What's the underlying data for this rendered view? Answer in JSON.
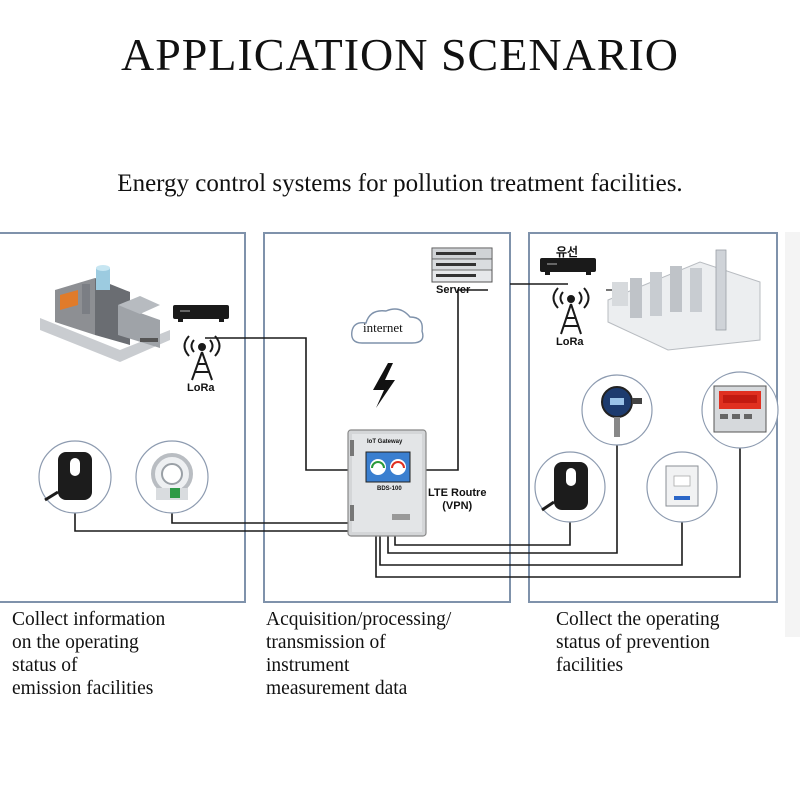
{
  "title": "APPLICATION SCENARIO",
  "subtitle": "Energy control systems for pollution treatment facilities.",
  "labels": {
    "lora_left": "LoRa",
    "lora_right": "LoRa",
    "server": "Server",
    "internet": "internet",
    "wired": "유선",
    "gateway_name": "IoT Gateway",
    "gateway_model": "BDS-100",
    "lte_router_line1": "LTE Routre",
    "lte_router_line2": "(VPN)"
  },
  "captions": {
    "left": [
      "Collect information",
      "on the operating",
      "status of",
      "emission facilities"
    ],
    "middle": [
      "Acquisition/processing/",
      "transmission of",
      "instrument",
      "measurement data"
    ],
    "right": [
      "Collect the operating",
      "status of prevention",
      "facilities"
    ]
  },
  "colors": {
    "panel_border": "#7f92ab",
    "wire": "#1a1a1a",
    "display_red": "#e03020",
    "gateway_screen": "#3a7fd0"
  },
  "icons": [
    "factory-building-icon",
    "router-icon",
    "lora-antenna-icon",
    "current-clamp-sensor-icon",
    "split-core-ct-sensor-icon",
    "server-rack-icon",
    "cloud-icon",
    "lightning-bolt-icon",
    "iot-gateway-cabinet-icon",
    "treatment-plant-icon",
    "pressure-gauge-icon",
    "temperature-transmitter-icon",
    "digital-controller-icon"
  ]
}
